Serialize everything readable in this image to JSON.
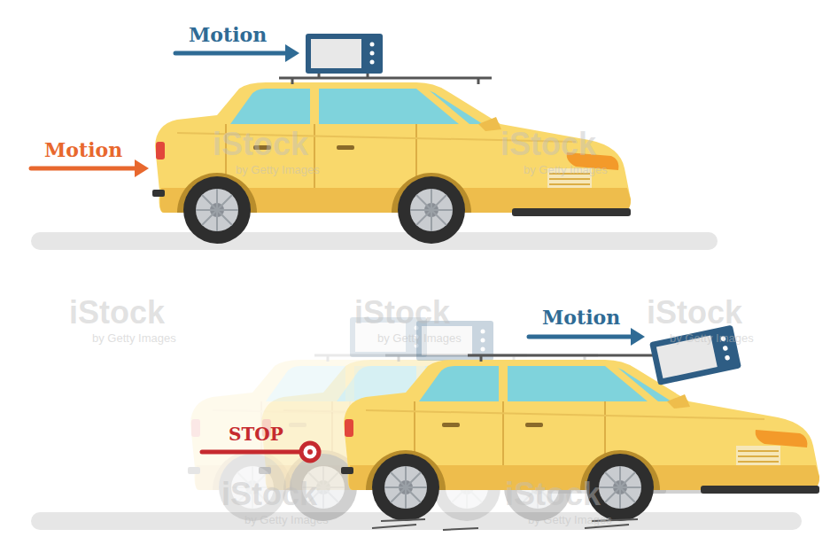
{
  "diagram": {
    "labels": [
      "Motion",
      "Motion",
      "STOP",
      "Motion",
      "iStock",
      "by Getty Images",
      "iStock",
      "by Getty Images",
      "iStock",
      "by Getty Images",
      "iStock",
      "by Getty Images",
      "iStock",
      "by Getty Images",
      "iStock",
      "by Getty Images",
      "iStock",
      "by Getty Images"
    ]
  }
}
